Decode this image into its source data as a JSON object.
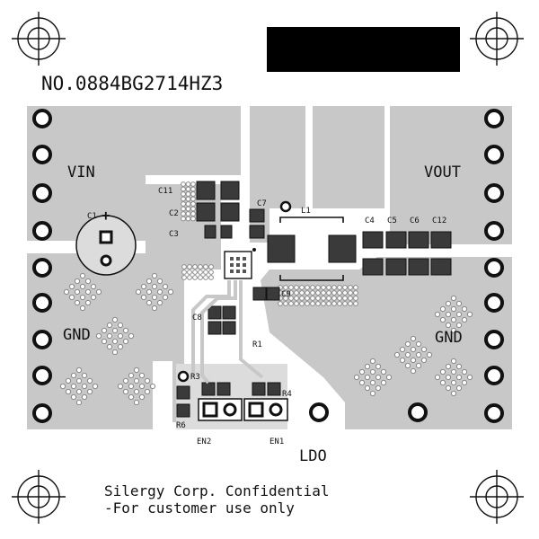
{
  "board": {
    "part_number": "NO.0884BG2714HZ3",
    "confidential_line1": "Silergy Corp. Confidential",
    "confidential_line2": "-For customer use only"
  },
  "labels": {
    "vin": "VIN",
    "vout": "VOUT",
    "gnd_left": "GND",
    "gnd_right": "GND",
    "ldo": "LDO",
    "en1": "EN1",
    "en2": "EN2",
    "plus": "+"
  },
  "refdes": {
    "c1": "C1",
    "c2": "C2",
    "c3": "C3",
    "c4": "C4",
    "c5": "C5",
    "c6": "C6",
    "c7": "C7",
    "c8": "C8",
    "c9": "C9",
    "c11": "C11",
    "c12": "C12",
    "l1": "L1",
    "r1": "R1",
    "r3": "R3",
    "r4": "R4",
    "r6": "R6"
  },
  "colors": {
    "copper": "#c8c8c8",
    "pad": "#3a3a3a",
    "silkscreen": "#111111",
    "redaction": "#000000"
  }
}
